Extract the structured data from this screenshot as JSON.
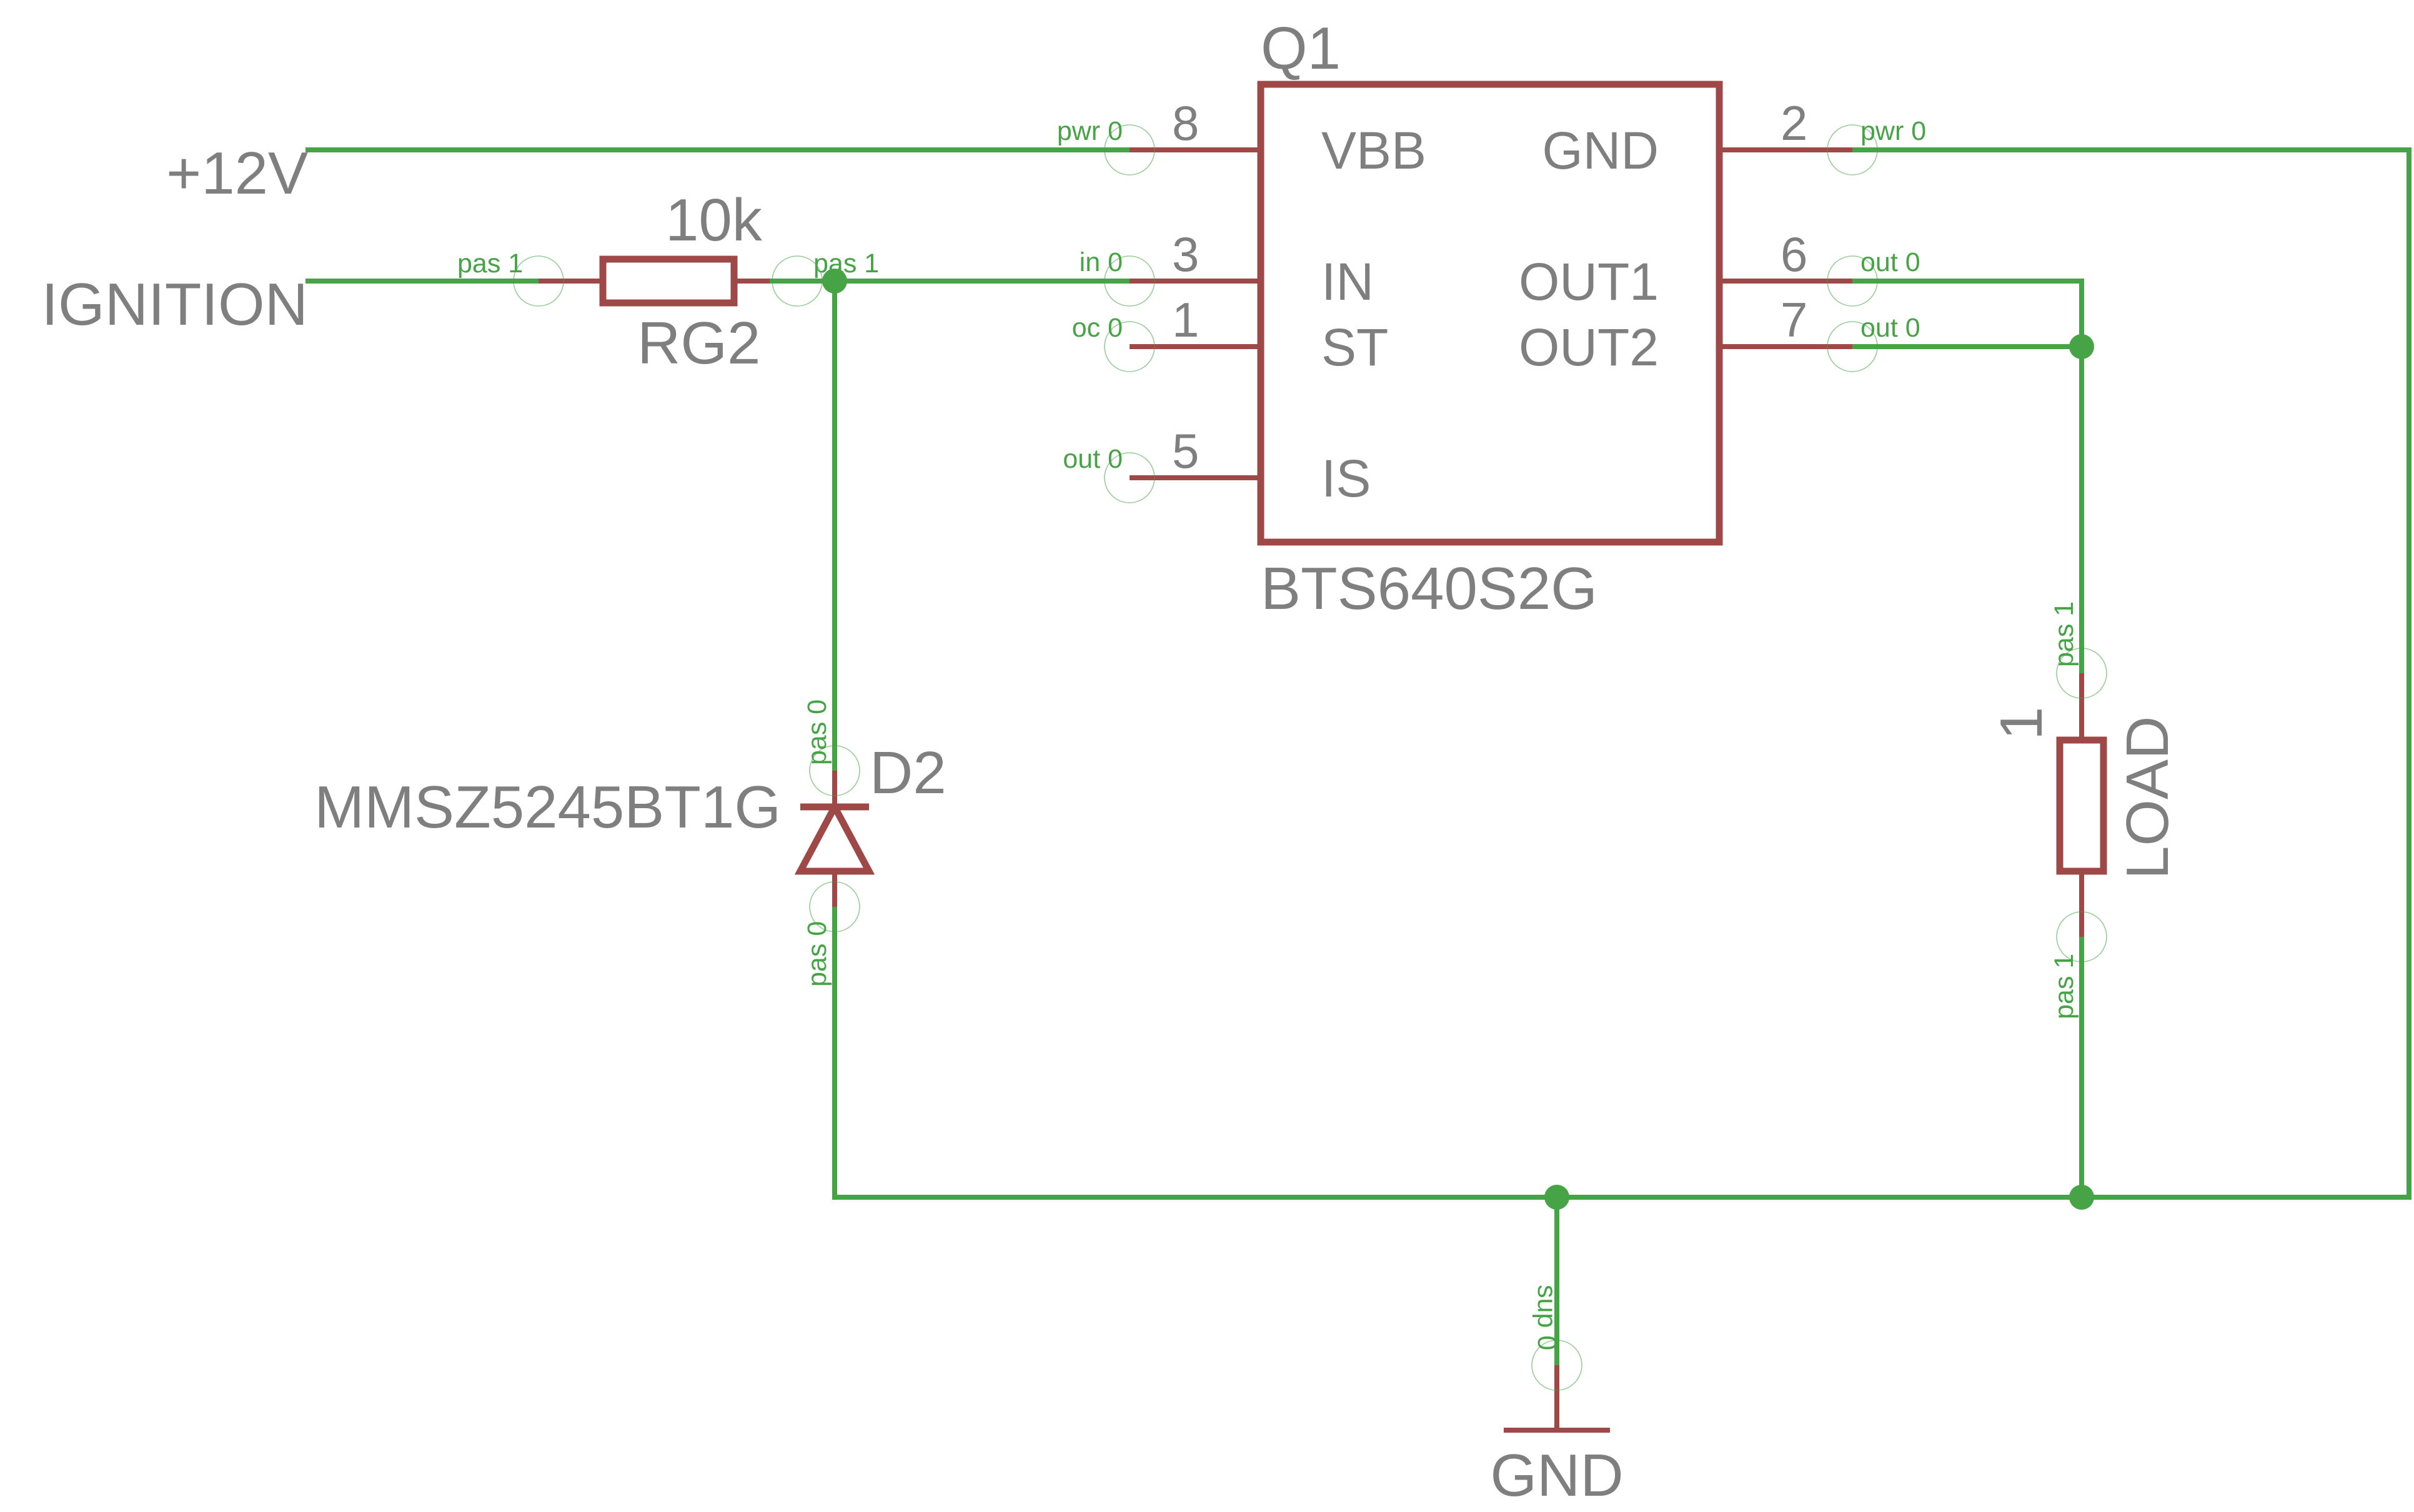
{
  "colors": {
    "wire": "#46a346",
    "component": "#9e4848",
    "text": "#7f7f7f",
    "background": "#ffffff"
  },
  "nets": {
    "power": "+12V",
    "ignition": "IGNITION",
    "ground": "GND"
  },
  "q1": {
    "designator": "Q1",
    "part": "BTS640S2G",
    "pins": {
      "vbb": {
        "name": "VBB",
        "number": "8",
        "type": "pwr 0"
      },
      "in": {
        "name": "IN",
        "number": "3",
        "type": "in 0"
      },
      "st": {
        "name": "ST",
        "number": "1",
        "type": "oc 0"
      },
      "is": {
        "name": "IS",
        "number": "5",
        "type": "out 0"
      },
      "gnd": {
        "name": "GND",
        "number": "2",
        "type": "pwr 0"
      },
      "out1": {
        "name": "OUT1",
        "number": "6",
        "type": "out 0"
      },
      "out2": {
        "name": "OUT2",
        "number": "7",
        "type": "out 0"
      }
    }
  },
  "rg2": {
    "designator": "RG2",
    "value": "10k",
    "pin_left_type": "pas 1",
    "pin_right_type": "pas 1"
  },
  "d2": {
    "designator": "D2",
    "part": "MMSZ5245BT1G",
    "pin_top_type": "pas 0",
    "pin_bottom_type": "pas 0"
  },
  "load": {
    "designator": "LOAD",
    "value": "1",
    "pin_top_type": "pas 1",
    "pin_bottom_type": "pas 1"
  },
  "gnd_symbol": {
    "label": "GND",
    "pin_type": "sup 0"
  }
}
